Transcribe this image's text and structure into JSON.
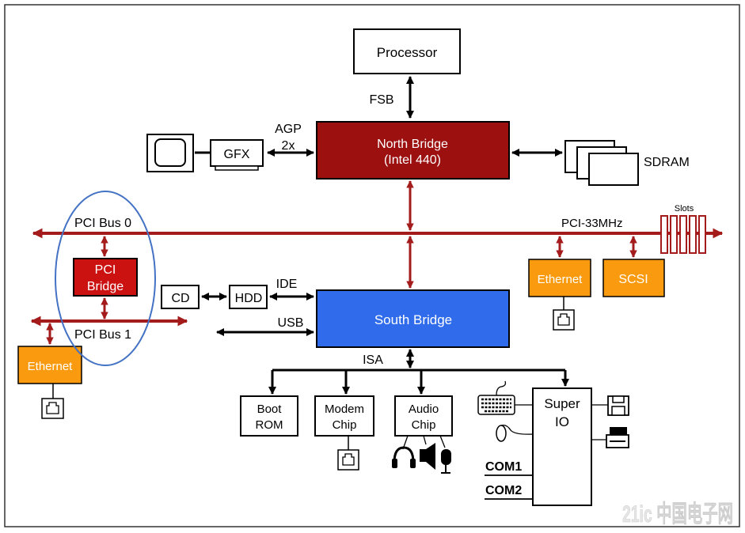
{
  "diagram": {
    "processor": "Processor",
    "fsb": "FSB",
    "north_bridge_line1": "North Bridge",
    "north_bridge_line2": "(Intel 440)",
    "agp_line1": "AGP",
    "agp_line2": "2x",
    "gfx": "GFX",
    "sdram": "SDRAM",
    "pci_bus_0": "PCI Bus 0",
    "pci_33mhz": "PCI-33MHz",
    "slots": "Slots",
    "pci_bridge_line1": "PCI",
    "pci_bridge_line2": "Bridge",
    "pci_bus_1": "PCI Bus 1",
    "ethernet_left": "Ethernet",
    "ethernet_right": "Ethernet",
    "scsi": "SCSI",
    "cd": "CD",
    "hdd": "HDD",
    "ide": "IDE",
    "usb": "USB",
    "south_bridge": "South Bridge",
    "isa": "ISA",
    "boot_rom_line1": "Boot",
    "boot_rom_line2": "ROM",
    "modem_line1": "Modem",
    "modem_line2": "Chip",
    "audio_line1": "Audio",
    "audio_line2": "Chip",
    "super_io_line1": "Super",
    "super_io_line2": "IO",
    "com1": "COM1",
    "com2": "COM2",
    "watermark": "21ic 中国电子网"
  },
  "colors": {
    "north_bridge": "#9c1010",
    "bus": "#a31b1b",
    "pci_bridge": "#cc1111",
    "south_bridge": "#2f6bea",
    "orange": "#f99a0f",
    "ellipse": "#4472c4"
  }
}
